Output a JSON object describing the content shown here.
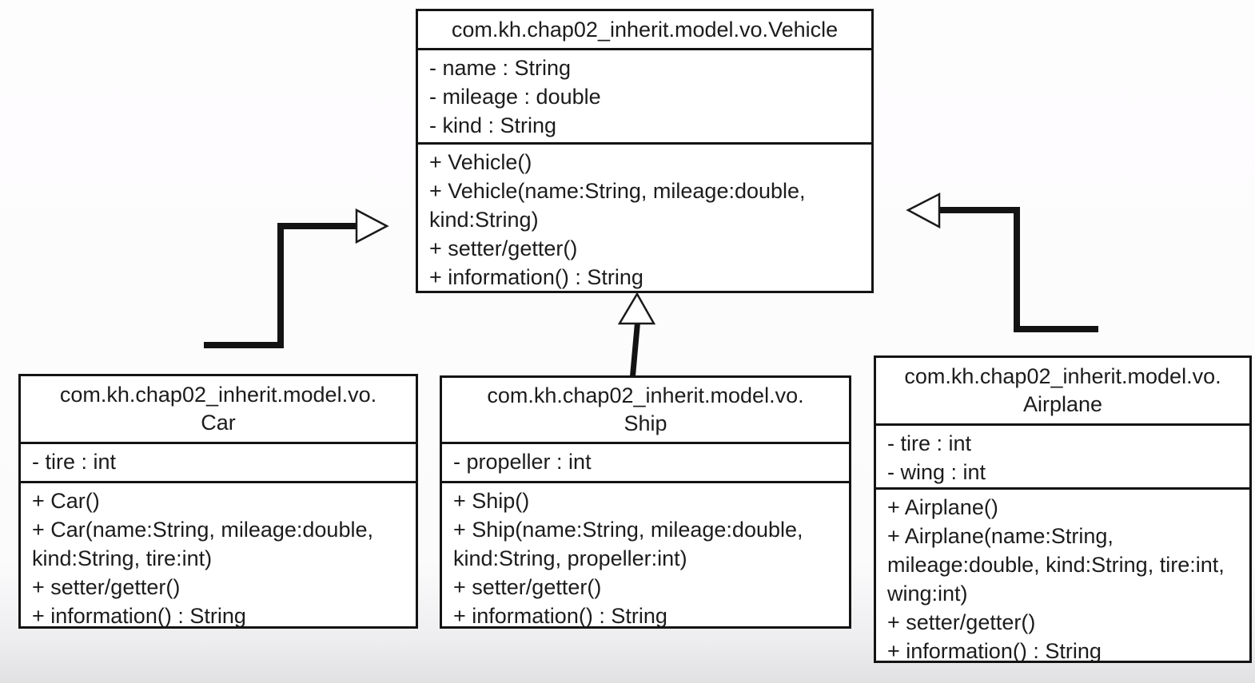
{
  "diagram_type": "uml-class-diagram",
  "classes": [
    {
      "name": "Vehicle",
      "title_lines": [
        "com.kh.chap02_inherit.model.vo.Vehicle",
        ""
      ],
      "attributes": [
        "- name : String",
        "- mileage : double",
        "- kind : String"
      ],
      "methods": [
        "+ Vehicle()",
        "+ Vehicle(name:String, mileage:double, kind:String)",
        "+ setter/getter()",
        "+ information() : String"
      ]
    },
    {
      "name": "Car",
      "title_lines": [
        "com.kh.chap02_inherit.model.vo.",
        "Car"
      ],
      "attributes": [
        "- tire : int"
      ],
      "methods": [
        "+ Car()",
        "+ Car(name:String, mileage:double, kind:String, tire:int)",
        "+ setter/getter()",
        "+ information() : String"
      ]
    },
    {
      "name": "Ship",
      "title_lines": [
        "com.kh.chap02_inherit.model.vo.",
        "Ship"
      ],
      "attributes": [
        "- propeller : int"
      ],
      "methods": [
        "+ Ship()",
        "+ Ship(name:String, mileage:double, kind:String, propeller:int)",
        "+ setter/getter()",
        "+ information() : String"
      ]
    },
    {
      "name": "Airplane",
      "title_lines": [
        "com.kh.chap02_inherit.model.vo.",
        "Airplane"
      ],
      "attributes": [
        "- tire : int",
        "- wing : int"
      ],
      "methods": [
        "+ Airplane()",
        "+ Airplane(name:String, mileage:double, kind:String, tire:int, wing:int)",
        "+ setter/getter()",
        "+ information() : String"
      ]
    }
  ],
  "relations": [
    {
      "from": "Car",
      "to": "Vehicle",
      "type": "generalization"
    },
    {
      "from": "Ship",
      "to": "Vehicle",
      "type": "generalization"
    },
    {
      "from": "Airplane",
      "to": "Vehicle",
      "type": "generalization"
    }
  ],
  "colors": {
    "line": "#141414",
    "text": "#1c1c1c",
    "box_fill": "#ffffff",
    "background_top": "#fefdfe",
    "background_bottom": "#e1e1e3"
  }
}
